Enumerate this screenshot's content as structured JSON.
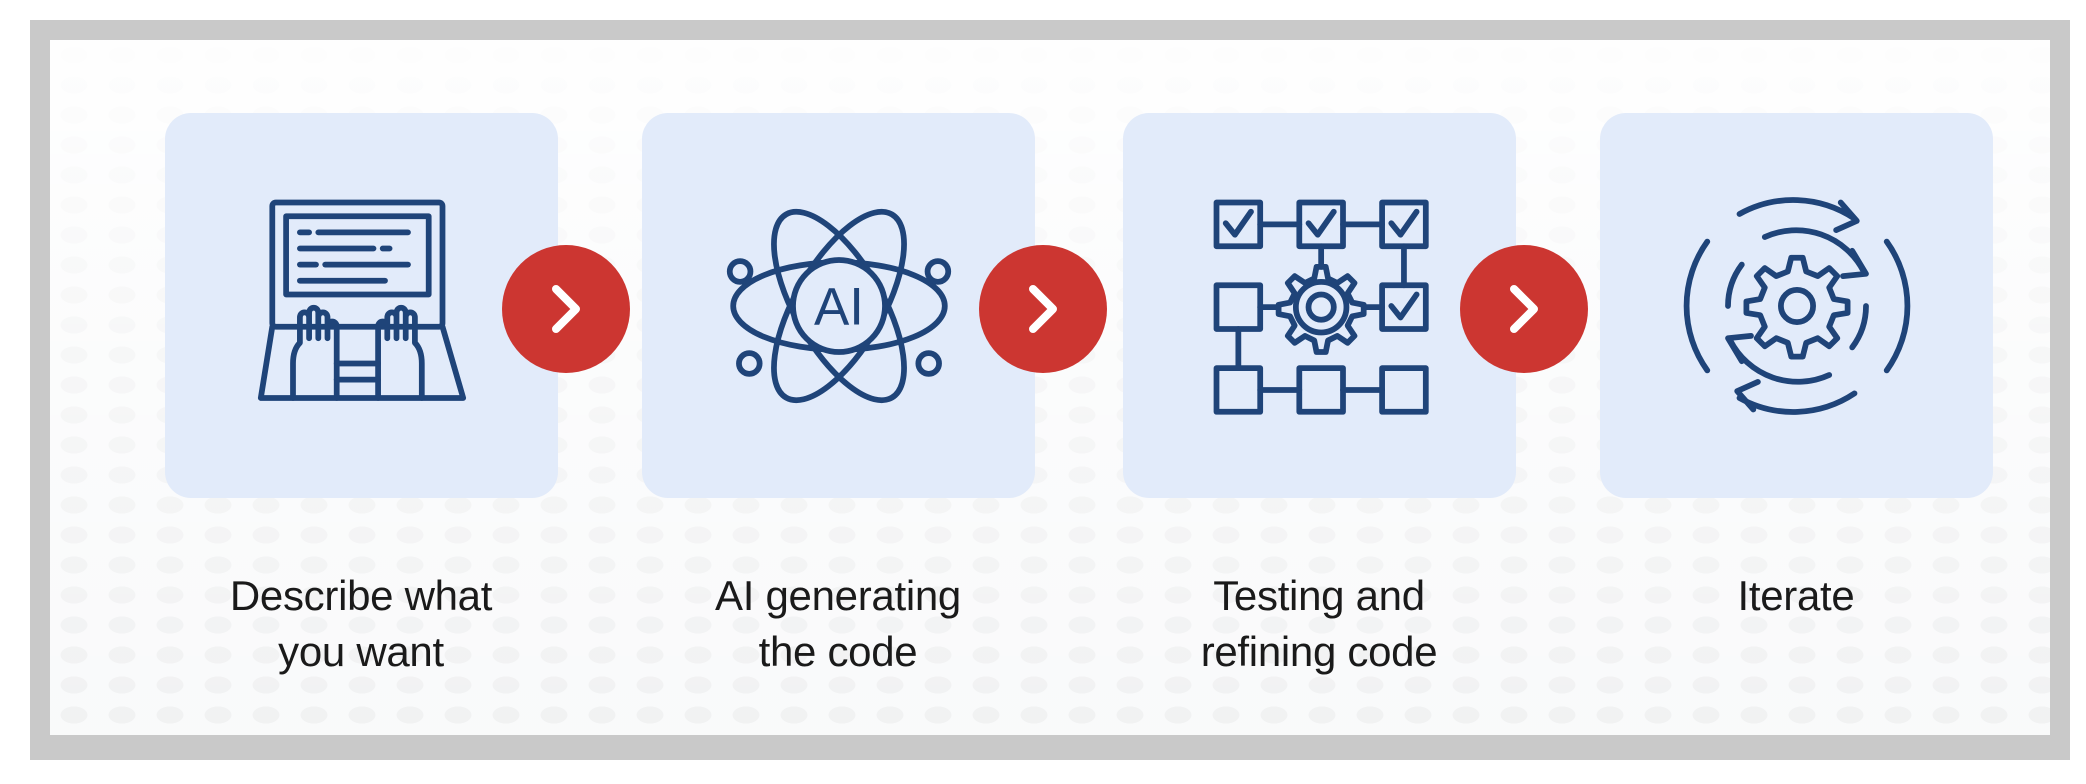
{
  "colors": {
    "frame": "#c9c9c9",
    "card_bg": "#e2ebfa",
    "icon_stroke": "#1f4479",
    "arrow_bg": "#cc3631",
    "arrow_chevron": "#ffffff",
    "label_text": "#1a1a1a"
  },
  "steps": [
    {
      "icon": "laptop-typing-icon",
      "line1": "Describe what",
      "line2": "you want"
    },
    {
      "icon": "ai-atom-icon",
      "icon_text": "AI",
      "line1": "AI generating",
      "line2": "the code"
    },
    {
      "icon": "workflow-checklist-gear-icon",
      "line1": "Testing and",
      "line2": "refining code"
    },
    {
      "icon": "iterate-gear-cycle-icon",
      "line1": "Iterate",
      "line2": ""
    }
  ],
  "connectors": [
    {
      "icon": "chevron-right-icon"
    },
    {
      "icon": "chevron-right-icon"
    },
    {
      "icon": "chevron-right-icon"
    }
  ]
}
